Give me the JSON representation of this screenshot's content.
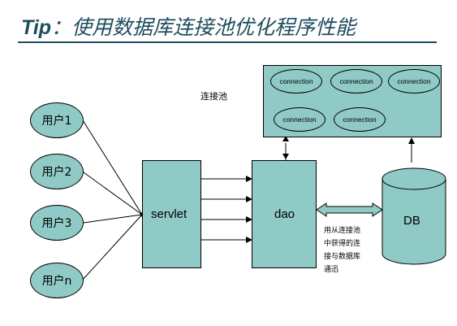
{
  "title": {
    "prefix": "Tip",
    "sep": "：",
    "text": "使用数据库连接池优化程序性能"
  },
  "users": [
    "用户1",
    "用户2",
    "用户3",
    "用户n"
  ],
  "servlet_label": "servlet",
  "dao_label": "dao",
  "db_label": "DB",
  "pool_label": "连接池",
  "connections": [
    "connection",
    "connection",
    "connection",
    "connection",
    "connection"
  ],
  "note_lines": [
    "用从连接池",
    "中获得的连",
    "接与数据库",
    "通迅"
  ],
  "colors": {
    "box_fill": "#8fcac6",
    "title": "#1e4d5e"
  }
}
